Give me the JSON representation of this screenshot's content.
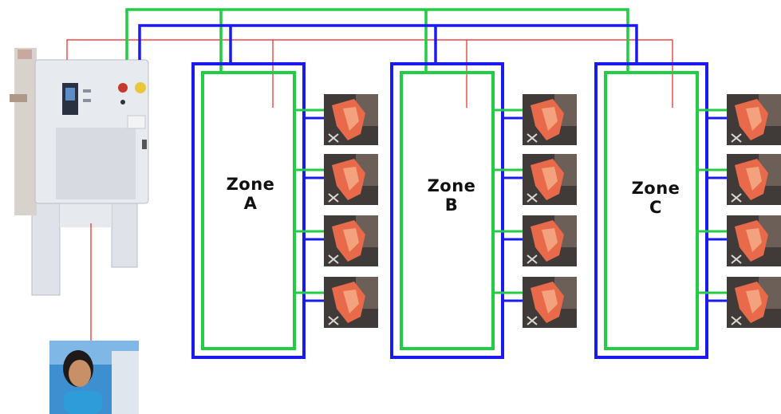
{
  "diagram": {
    "zones": [
      {
        "title": "Zone",
        "letter": "A",
        "tools": 4
      },
      {
        "title": "Zone",
        "letter": "B",
        "tools": 4
      },
      {
        "title": "Zone",
        "letter": "C",
        "tools": 4
      }
    ],
    "colors": {
      "supply_line": "#22cc44",
      "return_line": "#1a1aee",
      "signal_line": "#ee2222",
      "background": "#ffffff"
    },
    "icons": {
      "controller": "industrial-controller-cabinet-icon",
      "operator": "operator-at-computer-icon",
      "tool": "hot-runner-tool-icon"
    }
  }
}
